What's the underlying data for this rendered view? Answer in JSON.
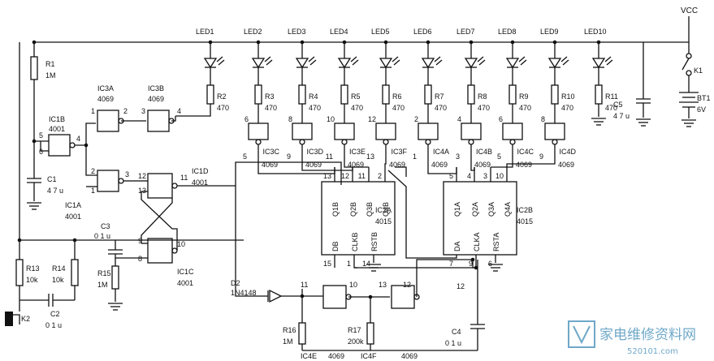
{
  "power": {
    "vcc": "VCC",
    "switch": "K1",
    "battery": "BT1",
    "battery_voltage": "6V"
  },
  "leds": [
    "LED1",
    "LED2",
    "LED3",
    "LED4",
    "LED5",
    "LED6",
    "LED7",
    "LED8",
    "LED9",
    "LED10"
  ],
  "led_resistors": [
    {
      "ref": "R2",
      "value": "470"
    },
    {
      "ref": "R3",
      "value": "470"
    },
    {
      "ref": "R4",
      "value": "470"
    },
    {
      "ref": "R5",
      "value": "470"
    },
    {
      "ref": "R6",
      "value": "470"
    },
    {
      "ref": "R7",
      "value": "470"
    },
    {
      "ref": "R8",
      "value": "470"
    },
    {
      "ref": "R9",
      "value": "470"
    },
    {
      "ref": "R10",
      "value": "470"
    },
    {
      "ref": "R11",
      "value": "470"
    }
  ],
  "led_inverters": [
    {
      "ref": "IC3C",
      "part": "4069",
      "in": "5",
      "out": "6"
    },
    {
      "ref": "IC3D",
      "part": "4069",
      "in": "9",
      "out": "8"
    },
    {
      "ref": "IC3E",
      "part": "4069",
      "in": "11",
      "out": "10"
    },
    {
      "ref": "IC3F",
      "part": "4069",
      "in": "13",
      "out": "12"
    },
    {
      "ref": "IC4A",
      "part": "4069",
      "in": "1",
      "out": "2"
    },
    {
      "ref": "IC4B",
      "part": "4069",
      "in": "3",
      "out": "4"
    },
    {
      "ref": "IC4C",
      "part": "4069",
      "in": "5",
      "out": "6"
    },
    {
      "ref": "IC4D",
      "part": "4069",
      "in": "9",
      "out": "8"
    }
  ],
  "c5": {
    "ref": "C5",
    "value": "4 7 u"
  },
  "r1": {
    "ref": "R1",
    "value": "1M"
  },
  "c1": {
    "ref": "C1",
    "value": "4 7 u"
  },
  "ic1b": {
    "ref": "IC1B",
    "part": "4001",
    "pins": [
      "5",
      "6",
      "4"
    ]
  },
  "ic3a": {
    "ref": "IC3A",
    "part": "4069",
    "pins": [
      "1",
      "2"
    ]
  },
  "ic3b": {
    "ref": "IC3B",
    "part": "4069",
    "pins": [
      "3",
      "4"
    ]
  },
  "ic1a": {
    "ref": "IC1A",
    "part": "4001",
    "pins": [
      "2",
      "1",
      "3"
    ]
  },
  "ic1d": {
    "ref": "IC1D",
    "part": "4001",
    "pins": [
      "12",
      "13",
      "11"
    ]
  },
  "ic1c": {
    "ref": "IC1C",
    "part": "4001",
    "pins": [
      "9",
      "8",
      "10"
    ]
  },
  "c3": {
    "ref": "C3",
    "value": "0 1 u"
  },
  "r13": {
    "ref": "R13",
    "value": "10k"
  },
  "r14": {
    "ref": "R14",
    "value": "10k"
  },
  "r15": {
    "ref": "R15",
    "value": "1M"
  },
  "c2": {
    "ref": "C2",
    "value": "0 1 u"
  },
  "k2": {
    "ref": "K2"
  },
  "ic2a": {
    "ref": "IC2A",
    "part": "4015",
    "pins_top": [
      "13",
      "12",
      "11",
      "2"
    ],
    "outputs": [
      "Q1B",
      "Q2B",
      "Q3B",
      "Q4B"
    ],
    "inputs": [
      "DB",
      "CLKB",
      "RSTB"
    ],
    "pins_bottom": [
      "15",
      "1",
      "14"
    ]
  },
  "ic2b": {
    "ref": "IC2B",
    "part": "4015",
    "pins_top": [
      "5",
      "4",
      "3",
      "10"
    ],
    "outputs": [
      "Q1A",
      "Q2A",
      "Q3A",
      "Q4A"
    ],
    "inputs": [
      "DA",
      "CLKA",
      "RSTA"
    ],
    "pins_bottom": [
      "7",
      "9",
      "6"
    ]
  },
  "d2": {
    "ref": "D2",
    "part": "1N4148"
  },
  "ic4e": {
    "ref": "IC4E",
    "part": "4069",
    "pins": [
      "11",
      "10"
    ]
  },
  "ic4f": {
    "ref": "IC4F",
    "part": "4069",
    "pins": [
      "13",
      "12"
    ]
  },
  "r16": {
    "ref": "R16",
    "value": "1M"
  },
  "r17": {
    "ref": "R17",
    "value": "200k"
  },
  "c4": {
    "ref": "C4",
    "value": "0 1 u"
  },
  "c4_node_pin": "12",
  "watermark": {
    "brand": "家电维修资料网",
    "url": "520101.com"
  }
}
